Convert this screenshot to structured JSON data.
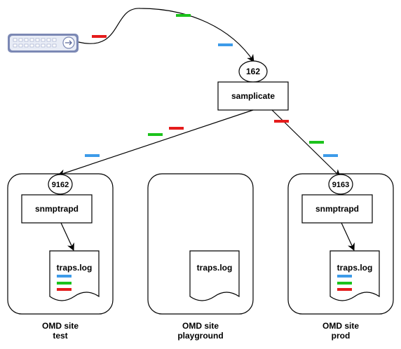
{
  "colors": {
    "stroke": "#000000",
    "background": "#ffffff",
    "red": "#e51c1c",
    "green": "#1cc31c",
    "blue": "#3d9be9",
    "device_body": "#e8ecf6",
    "device_stroke": "#7b88b4"
  },
  "device": {
    "icon": "network-switch-icon"
  },
  "port_main": "162",
  "samplicate_label": "samplicate",
  "sites": [
    {
      "title_line1": "OMD site",
      "title_line2": "test",
      "port": "9162",
      "receiver": "snmptrapd",
      "logfile": "traps.log",
      "trap_bars": [
        "blue",
        "green",
        "red"
      ]
    },
    {
      "title_line1": "OMD site",
      "title_line2": "playground",
      "logfile": "traps.log",
      "trap_bars": []
    },
    {
      "title_line1": "OMD site",
      "title_line2": "prod",
      "port": "9163",
      "receiver": "snmptrapd",
      "logfile": "traps.log",
      "trap_bars": [
        "blue",
        "green",
        "red"
      ]
    }
  ]
}
